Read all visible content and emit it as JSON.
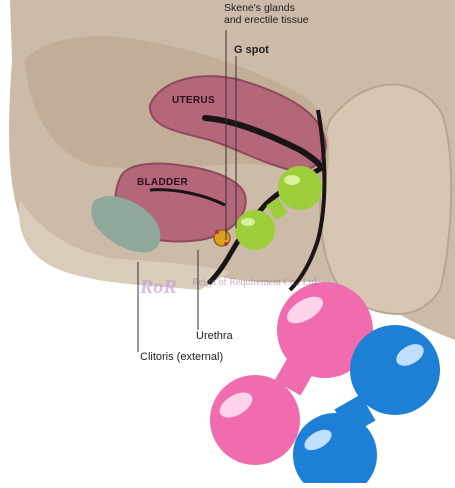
{
  "labels": {
    "skene_line1": "Skene's glands",
    "skene_line2": "and erectile tissue",
    "g_spot": "G spot",
    "uterus": "UTERUS",
    "bladder": "BLADDER",
    "urethra": "Urethra",
    "clitoris": "Clitoris (external)"
  },
  "watermark": {
    "logo": "RoR",
    "text": "Reign of Requirement Co., Ltd."
  },
  "colors": {
    "body_tissue": "#c9b8a4",
    "organ_pink": "#b5677a",
    "cavity_dark": "#1a1414",
    "bone_green": "#8fa89a",
    "ball_green": "#9ccf3a",
    "ball_pink": "#f06cae",
    "ball_blue": "#1e7fd6"
  }
}
